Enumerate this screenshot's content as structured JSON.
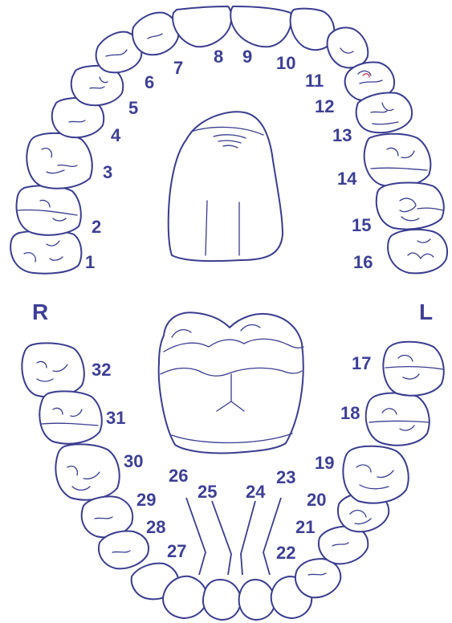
{
  "colors": {
    "ink": "#3a3d8f",
    "label": "#3d3f96",
    "background": "#ffffff"
  },
  "sides": {
    "right": "R",
    "left": "L"
  },
  "teeth": {
    "t1": "1",
    "t2": "2",
    "t3": "3",
    "t4": "4",
    "t5": "5",
    "t6": "6",
    "t7": "7",
    "t8": "8",
    "t9": "9",
    "t10": "10",
    "t11": "11",
    "t12": "12",
    "t13": "13",
    "t14": "14",
    "t15": "15",
    "t16": "16",
    "t17": "17",
    "t18": "18",
    "t19": "19",
    "t20": "20",
    "t21": "21",
    "t22": "22",
    "t23": "23",
    "t24": "24",
    "t25": "25",
    "t26": "26",
    "t27": "27",
    "t28": "28",
    "t29": "29",
    "t30": "30",
    "t31": "31",
    "t32": "32"
  }
}
